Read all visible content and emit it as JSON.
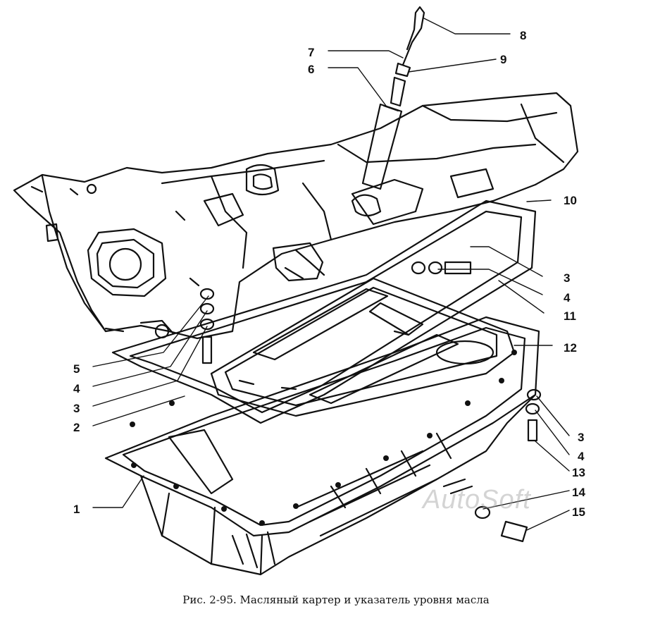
{
  "callouts": [
    "8",
    "7",
    "9",
    "6",
    "10",
    "3",
    "4",
    "11",
    "12",
    "5",
    "4",
    "3",
    "2",
    "3",
    "4",
    "13",
    "14",
    "1",
    "15"
  ],
  "caption": "Рис. 2-95. Масляный картер и указатель уровня масла",
  "watermark": "AutoSoft",
  "colors": {
    "ink": "#111111",
    "paper": "#ffffff"
  }
}
